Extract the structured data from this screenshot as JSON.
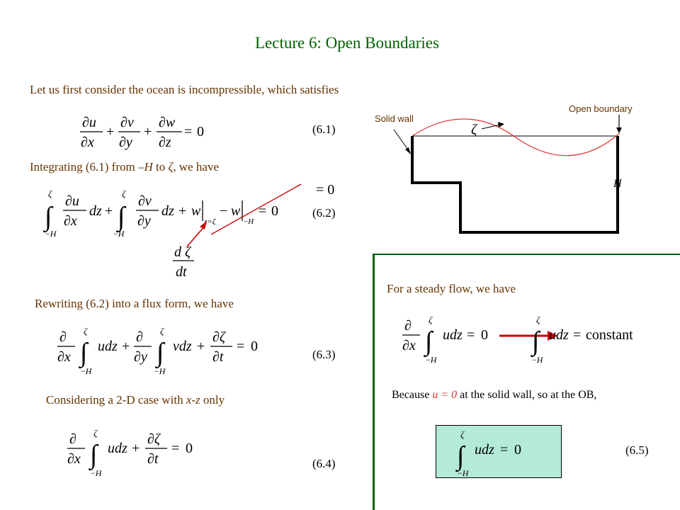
{
  "title": "Lecture 6: Open Boundaries",
  "intro": "Let us first consider the ocean is incompressible, which satisfies",
  "integrating": {
    "prefix": "Integrating (6.1) from ",
    "from": "–H",
    "middle": " to ",
    "to": "ζ",
    "suffix": ", we have"
  },
  "rewriting": "Rewriting (6.2) into a flux form, we have",
  "considering": {
    "prefix": "Considering a 2-D case with ",
    "var": "x-z",
    "suffix": " only"
  },
  "steady": "For a steady flow,  we have",
  "because": {
    "prefix": "Because ",
    "u_eq": "u = 0",
    "suffix": " at the solid wall, so at the OB,"
  },
  "equation_numbers": {
    "eq1": "(6.1)",
    "eq2": "(6.2)",
    "eq3": "(6.3)",
    "eq4": "(6.4)",
    "eq5": "(6.5)"
  },
  "diagram": {
    "solid_wall": "Solid wall",
    "open_boundary": "Open boundary",
    "zeta": "ζ",
    "depth": "H"
  },
  "colors": {
    "title": "#006400",
    "text": "#663300",
    "arrow": "#cc0000",
    "divider": "#006400",
    "box": "#b3ead8"
  }
}
